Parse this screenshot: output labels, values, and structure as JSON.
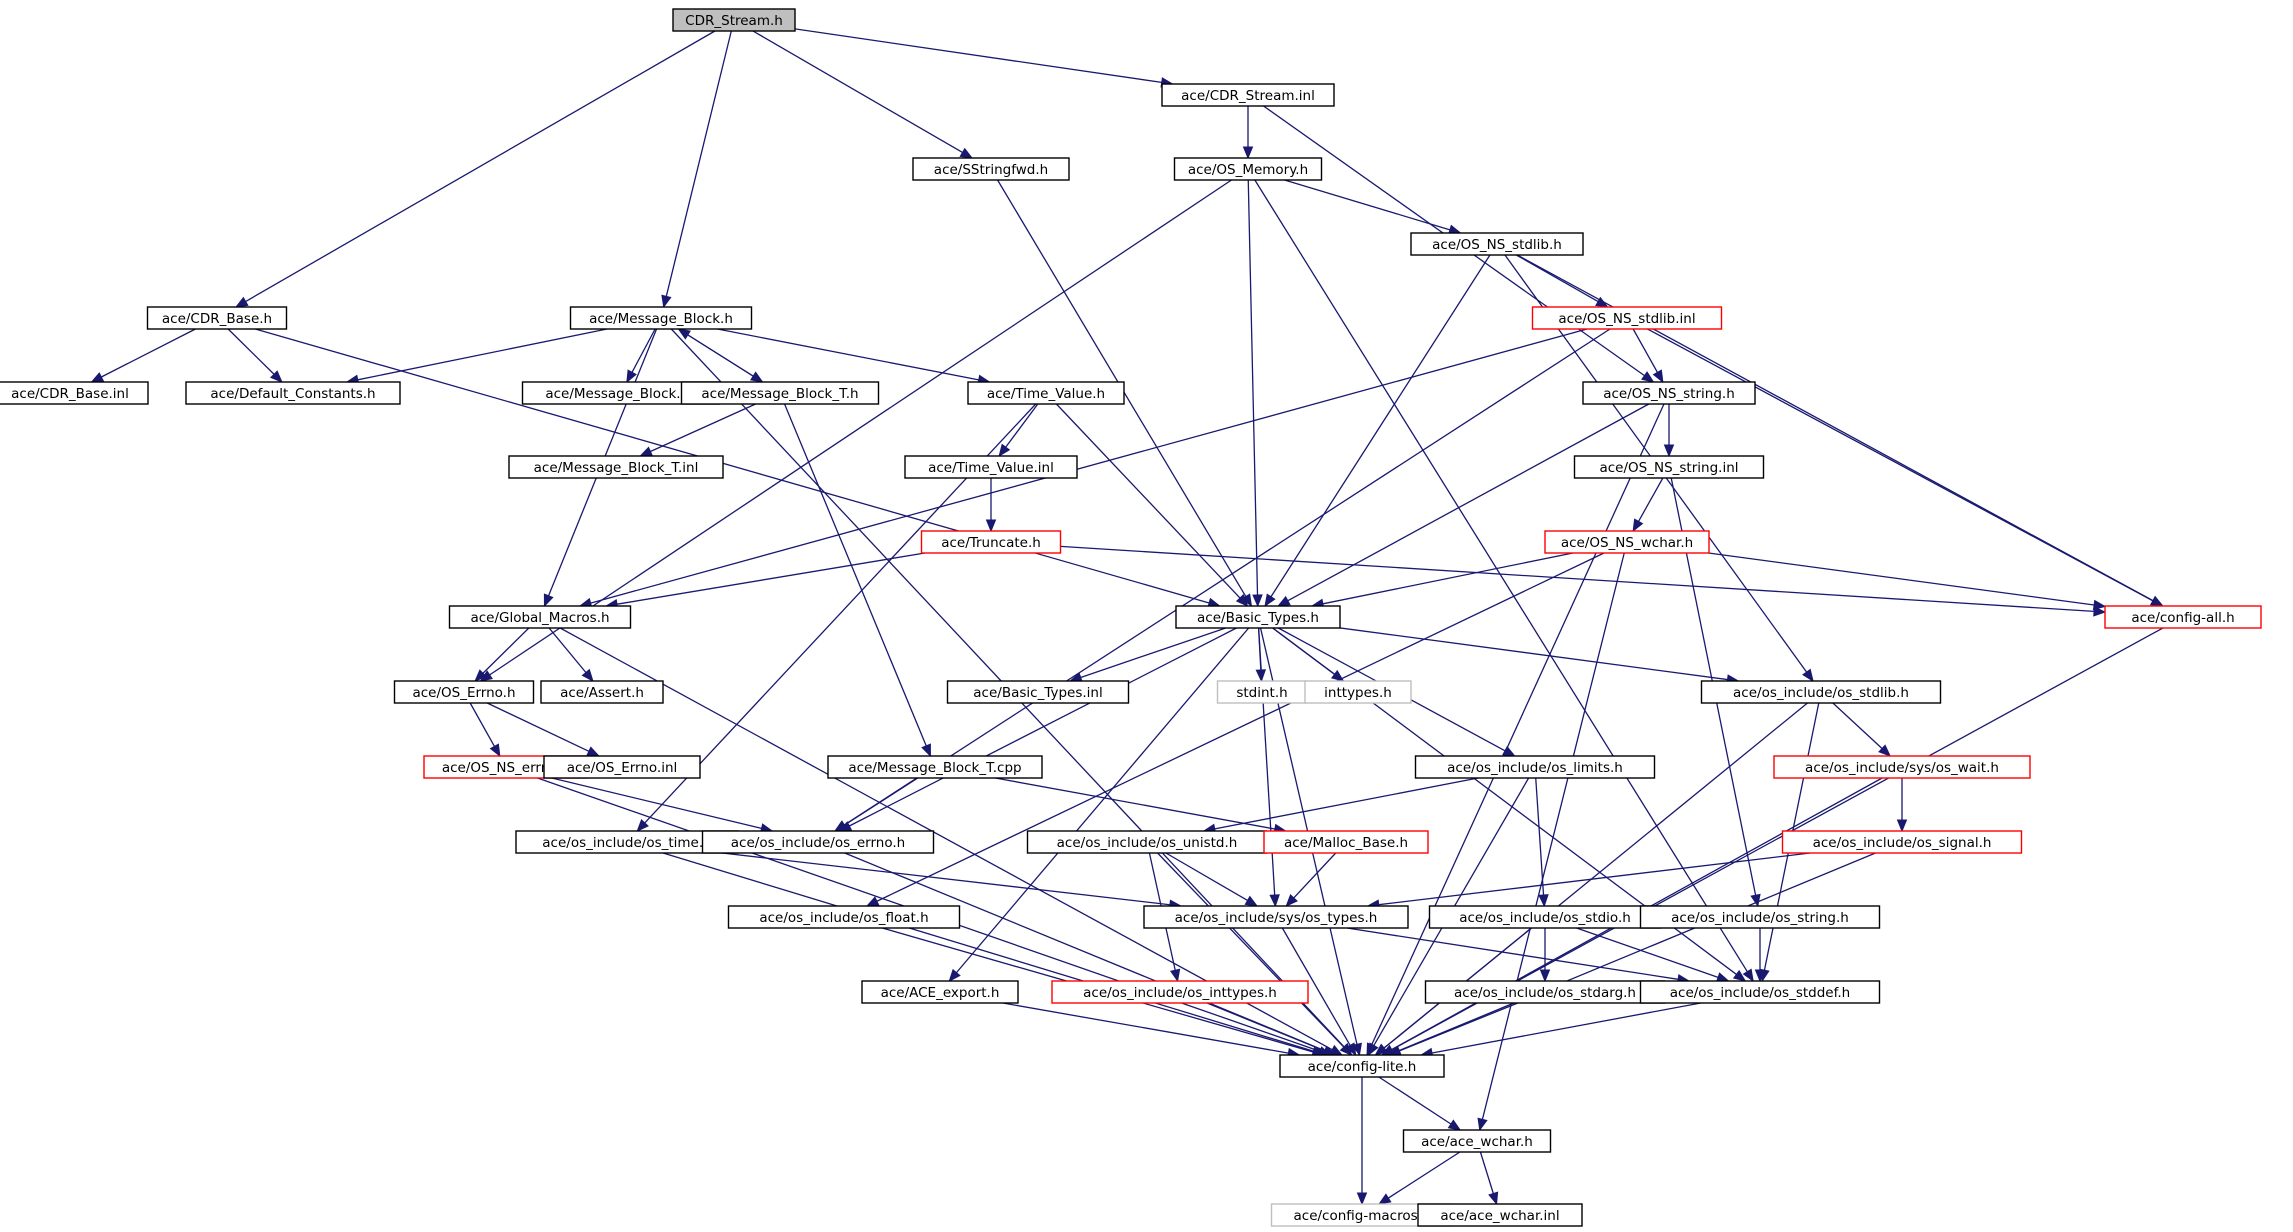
{
  "colors": {
    "edge": "#191970",
    "root_fill": "#bfbfbf",
    "node_border": "#000000",
    "truncated_border": "#ff0000",
    "system_border": "#bfbfbf"
  },
  "nodes": [
    {
      "id": "cdr_stream_h",
      "label": "CDR_Stream.h",
      "style": "root"
    },
    {
      "id": "cdr_stream_inl",
      "label": "ace/CDR_Stream.inl",
      "style": "normal"
    },
    {
      "id": "sstringfwd",
      "label": "ace/SStringfwd.h",
      "style": "normal"
    },
    {
      "id": "os_memory",
      "label": "ace/OS_Memory.h",
      "style": "normal"
    },
    {
      "id": "os_ns_stdlib",
      "label": "ace/OS_NS_stdlib.h",
      "style": "normal"
    },
    {
      "id": "cdr_base",
      "label": "ace/CDR_Base.h",
      "style": "normal"
    },
    {
      "id": "message_block",
      "label": "ace/Message_Block.h",
      "style": "normal"
    },
    {
      "id": "os_ns_stdlib_inl",
      "label": "ace/OS_NS_stdlib.inl",
      "style": "red"
    },
    {
      "id": "cdr_base_inl",
      "label": "ace/CDR_Base.inl",
      "style": "normal"
    },
    {
      "id": "default_constants",
      "label": "ace/Default_Constants.h",
      "style": "normal"
    },
    {
      "id": "message_block_inl",
      "label": "ace/Message_Block.inl",
      "style": "normal"
    },
    {
      "id": "message_block_t_h",
      "label": "ace/Message_Block_T.h",
      "style": "normal"
    },
    {
      "id": "time_value_h",
      "label": "ace/Time_Value.h",
      "style": "normal"
    },
    {
      "id": "os_ns_string_h",
      "label": "ace/OS_NS_string.h",
      "style": "normal"
    },
    {
      "id": "message_block_t_inl",
      "label": "ace/Message_Block_T.inl",
      "style": "normal"
    },
    {
      "id": "time_value_inl",
      "label": "ace/Time_Value.inl",
      "style": "normal"
    },
    {
      "id": "os_ns_string_inl",
      "label": "ace/OS_NS_string.inl",
      "style": "normal"
    },
    {
      "id": "truncate",
      "label": "ace/Truncate.h",
      "style": "red"
    },
    {
      "id": "os_ns_wchar",
      "label": "ace/OS_NS_wchar.h",
      "style": "red"
    },
    {
      "id": "global_macros",
      "label": "ace/Global_Macros.h",
      "style": "normal"
    },
    {
      "id": "basic_types",
      "label": "ace/Basic_Types.h",
      "style": "normal"
    },
    {
      "id": "config_all",
      "label": "ace/config-all.h",
      "style": "red"
    },
    {
      "id": "os_errno_h",
      "label": "ace/OS_Errno.h",
      "style": "normal"
    },
    {
      "id": "assert_h",
      "label": "ace/Assert.h",
      "style": "normal"
    },
    {
      "id": "basic_types_inl",
      "label": "ace/Basic_Types.inl",
      "style": "normal"
    },
    {
      "id": "stdint",
      "label": "stdint.h",
      "style": "gray"
    },
    {
      "id": "inttypes",
      "label": "inttypes.h",
      "style": "gray"
    },
    {
      "id": "os_stdlib",
      "label": "ace/os_include/os_stdlib.h",
      "style": "normal"
    },
    {
      "id": "os_ns_errno",
      "label": "ace/OS_NS_errno.h",
      "style": "red"
    },
    {
      "id": "os_errno_inl",
      "label": "ace/OS_Errno.inl",
      "style": "normal"
    },
    {
      "id": "message_block_t_cpp",
      "label": "ace/Message_Block_T.cpp",
      "style": "normal"
    },
    {
      "id": "os_limits",
      "label": "ace/os_include/os_limits.h",
      "style": "normal"
    },
    {
      "id": "sys_os_wait",
      "label": "ace/os_include/sys/os_wait.h",
      "style": "red"
    },
    {
      "id": "os_time",
      "label": "ace/os_include/os_time.h",
      "style": "normal"
    },
    {
      "id": "os_errno_inc",
      "label": "ace/os_include/os_errno.h",
      "style": "normal"
    },
    {
      "id": "os_unistd",
      "label": "ace/os_include/os_unistd.h",
      "style": "normal"
    },
    {
      "id": "malloc_base",
      "label": "ace/Malloc_Base.h",
      "style": "red"
    },
    {
      "id": "os_signal",
      "label": "ace/os_include/os_signal.h",
      "style": "red"
    },
    {
      "id": "os_float",
      "label": "ace/os_include/os_float.h",
      "style": "normal"
    },
    {
      "id": "sys_os_types",
      "label": "ace/os_include/sys/os_types.h",
      "style": "normal"
    },
    {
      "id": "os_stdio",
      "label": "ace/os_include/os_stdio.h",
      "style": "normal"
    },
    {
      "id": "os_string_inc",
      "label": "ace/os_include/os_string.h",
      "style": "normal"
    },
    {
      "id": "ace_export",
      "label": "ace/ACE_export.h",
      "style": "normal"
    },
    {
      "id": "os_inttypes",
      "label": "ace/os_include/os_inttypes.h",
      "style": "red"
    },
    {
      "id": "os_stdarg",
      "label": "ace/os_include/os_stdarg.h",
      "style": "normal"
    },
    {
      "id": "os_stddef",
      "label": "ace/os_include/os_stddef.h",
      "style": "normal"
    },
    {
      "id": "config_lite",
      "label": "ace/config-lite.h",
      "style": "normal"
    },
    {
      "id": "ace_wchar_h",
      "label": "ace/ace_wchar.h",
      "style": "normal"
    },
    {
      "id": "config_macros",
      "label": "ace/config-macros.h",
      "style": "gray"
    },
    {
      "id": "ace_wchar_inl",
      "label": "ace/ace_wchar.inl",
      "style": "normal"
    }
  ],
  "edges": [
    [
      "cdr_stream_h",
      "cdr_base"
    ],
    [
      "cdr_stream_h",
      "message_block"
    ],
    [
      "cdr_stream_h",
      "sstringfwd"
    ],
    [
      "cdr_stream_h",
      "cdr_stream_inl"
    ],
    [
      "cdr_stream_inl",
      "os_memory"
    ],
    [
      "cdr_stream_inl",
      "os_ns_string_h"
    ],
    [
      "sstringfwd",
      "basic_types"
    ],
    [
      "os_memory",
      "os_errno_h"
    ],
    [
      "os_memory",
      "basic_types"
    ],
    [
      "os_memory",
      "os_ns_stdlib"
    ],
    [
      "os_memory",
      "os_stddef"
    ],
    [
      "os_ns_stdlib",
      "basic_types"
    ],
    [
      "os_ns_stdlib",
      "os_ns_stdlib_inl"
    ],
    [
      "os_ns_stdlib",
      "config_all"
    ],
    [
      "os_ns_stdlib",
      "os_stdlib"
    ],
    [
      "os_ns_stdlib_inl",
      "os_ns_string_h"
    ],
    [
      "os_ns_stdlib_inl",
      "global_macros"
    ],
    [
      "os_ns_stdlib_inl",
      "os_errno_inc"
    ],
    [
      "os_ns_stdlib_inl",
      "config_all"
    ],
    [
      "cdr_base",
      "cdr_base_inl"
    ],
    [
      "cdr_base",
      "default_constants"
    ],
    [
      "cdr_base",
      "basic_types"
    ],
    [
      "message_block",
      "default_constants"
    ],
    [
      "message_block",
      "message_block_inl"
    ],
    [
      "message_block",
      "message_block_t_h"
    ],
    [
      "message_block",
      "time_value_h"
    ],
    [
      "message_block",
      "global_macros"
    ],
    [
      "message_block",
      "config_lite"
    ],
    [
      "message_block_t_h",
      "message_block"
    ],
    [
      "message_block_t_h",
      "message_block_t_inl"
    ],
    [
      "message_block_t_h",
      "message_block_t_cpp"
    ],
    [
      "time_value_h",
      "time_value_inl"
    ],
    [
      "time_value_h",
      "basic_types"
    ],
    [
      "time_value_h",
      "os_time"
    ],
    [
      "time_value_inl",
      "truncate"
    ],
    [
      "truncate",
      "global_macros"
    ],
    [
      "truncate",
      "config_all"
    ],
    [
      "os_ns_string_h",
      "os_ns_string_inl"
    ],
    [
      "os_ns_string_h",
      "basic_types"
    ],
    [
      "os_ns_string_h",
      "config_lite"
    ],
    [
      "os_ns_string_inl",
      "os_ns_wchar"
    ],
    [
      "os_ns_string_inl",
      "os_string_inc"
    ],
    [
      "os_ns_wchar",
      "basic_types"
    ],
    [
      "os_ns_wchar",
      "config_all"
    ],
    [
      "os_ns_wchar",
      "ace_wchar_h"
    ],
    [
      "os_ns_wchar",
      "os_float"
    ],
    [
      "global_macros",
      "os_errno_h"
    ],
    [
      "global_macros",
      "assert_h"
    ],
    [
      "global_macros",
      "config_lite"
    ],
    [
      "os_errno_h",
      "os_ns_errno"
    ],
    [
      "os_errno_h",
      "os_errno_inl"
    ],
    [
      "os_ns_errno",
      "os_errno_inc"
    ],
    [
      "os_ns_errno",
      "config_lite"
    ],
    [
      "basic_types",
      "basic_types_inl"
    ],
    [
      "basic_types",
      "stdint"
    ],
    [
      "basic_types",
      "inttypes"
    ],
    [
      "basic_types",
      "os_stdlib"
    ],
    [
      "basic_types",
      "os_limits"
    ],
    [
      "basic_types",
      "os_errno_inc"
    ],
    [
      "basic_types",
      "ace_export"
    ],
    [
      "basic_types",
      "sys_os_types"
    ],
    [
      "basic_types",
      "os_stddef"
    ],
    [
      "basic_types",
      "config_lite"
    ],
    [
      "os_stdlib",
      "sys_os_wait"
    ],
    [
      "os_stdlib",
      "os_stddef"
    ],
    [
      "os_stdlib",
      "config_lite"
    ],
    [
      "sys_os_wait",
      "os_signal"
    ],
    [
      "sys_os_wait",
      "config_lite"
    ],
    [
      "os_signal",
      "sys_os_types"
    ],
    [
      "os_signal",
      "config_lite"
    ],
    [
      "message_block_t_cpp",
      "os_errno_inc"
    ],
    [
      "message_block_t_cpp",
      "malloc_base"
    ],
    [
      "malloc_base",
      "sys_os_types"
    ],
    [
      "os_limits",
      "os_unistd"
    ],
    [
      "os_limits",
      "os_stdio"
    ],
    [
      "os_limits",
      "config_lite"
    ],
    [
      "os_unistd",
      "sys_os_types"
    ],
    [
      "os_unistd",
      "os_inttypes"
    ],
    [
      "os_unistd",
      "config_lite"
    ],
    [
      "os_time",
      "sys_os_types"
    ],
    [
      "os_time",
      "config_lite"
    ],
    [
      "os_errno_inc",
      "config_lite"
    ],
    [
      "os_float",
      "config_lite"
    ],
    [
      "sys_os_types",
      "os_stddef"
    ],
    [
      "sys_os_types",
      "config_lite"
    ],
    [
      "os_stdio",
      "os_stdarg"
    ],
    [
      "os_stdio",
      "os_stddef"
    ],
    [
      "os_stdio",
      "config_lite"
    ],
    [
      "os_string_inc",
      "os_stddef"
    ],
    [
      "os_stddef",
      "config_lite"
    ],
    [
      "os_stdarg",
      "config_lite"
    ],
    [
      "os_inttypes",
      "config_lite"
    ],
    [
      "ace_export",
      "config_lite"
    ],
    [
      "config_all",
      "config_lite"
    ],
    [
      "config_lite",
      "config_macros"
    ],
    [
      "config_lite",
      "ace_wchar_h"
    ],
    [
      "ace_wchar_h",
      "config_macros"
    ],
    [
      "ace_wchar_h",
      "ace_wchar_inl"
    ]
  ]
}
